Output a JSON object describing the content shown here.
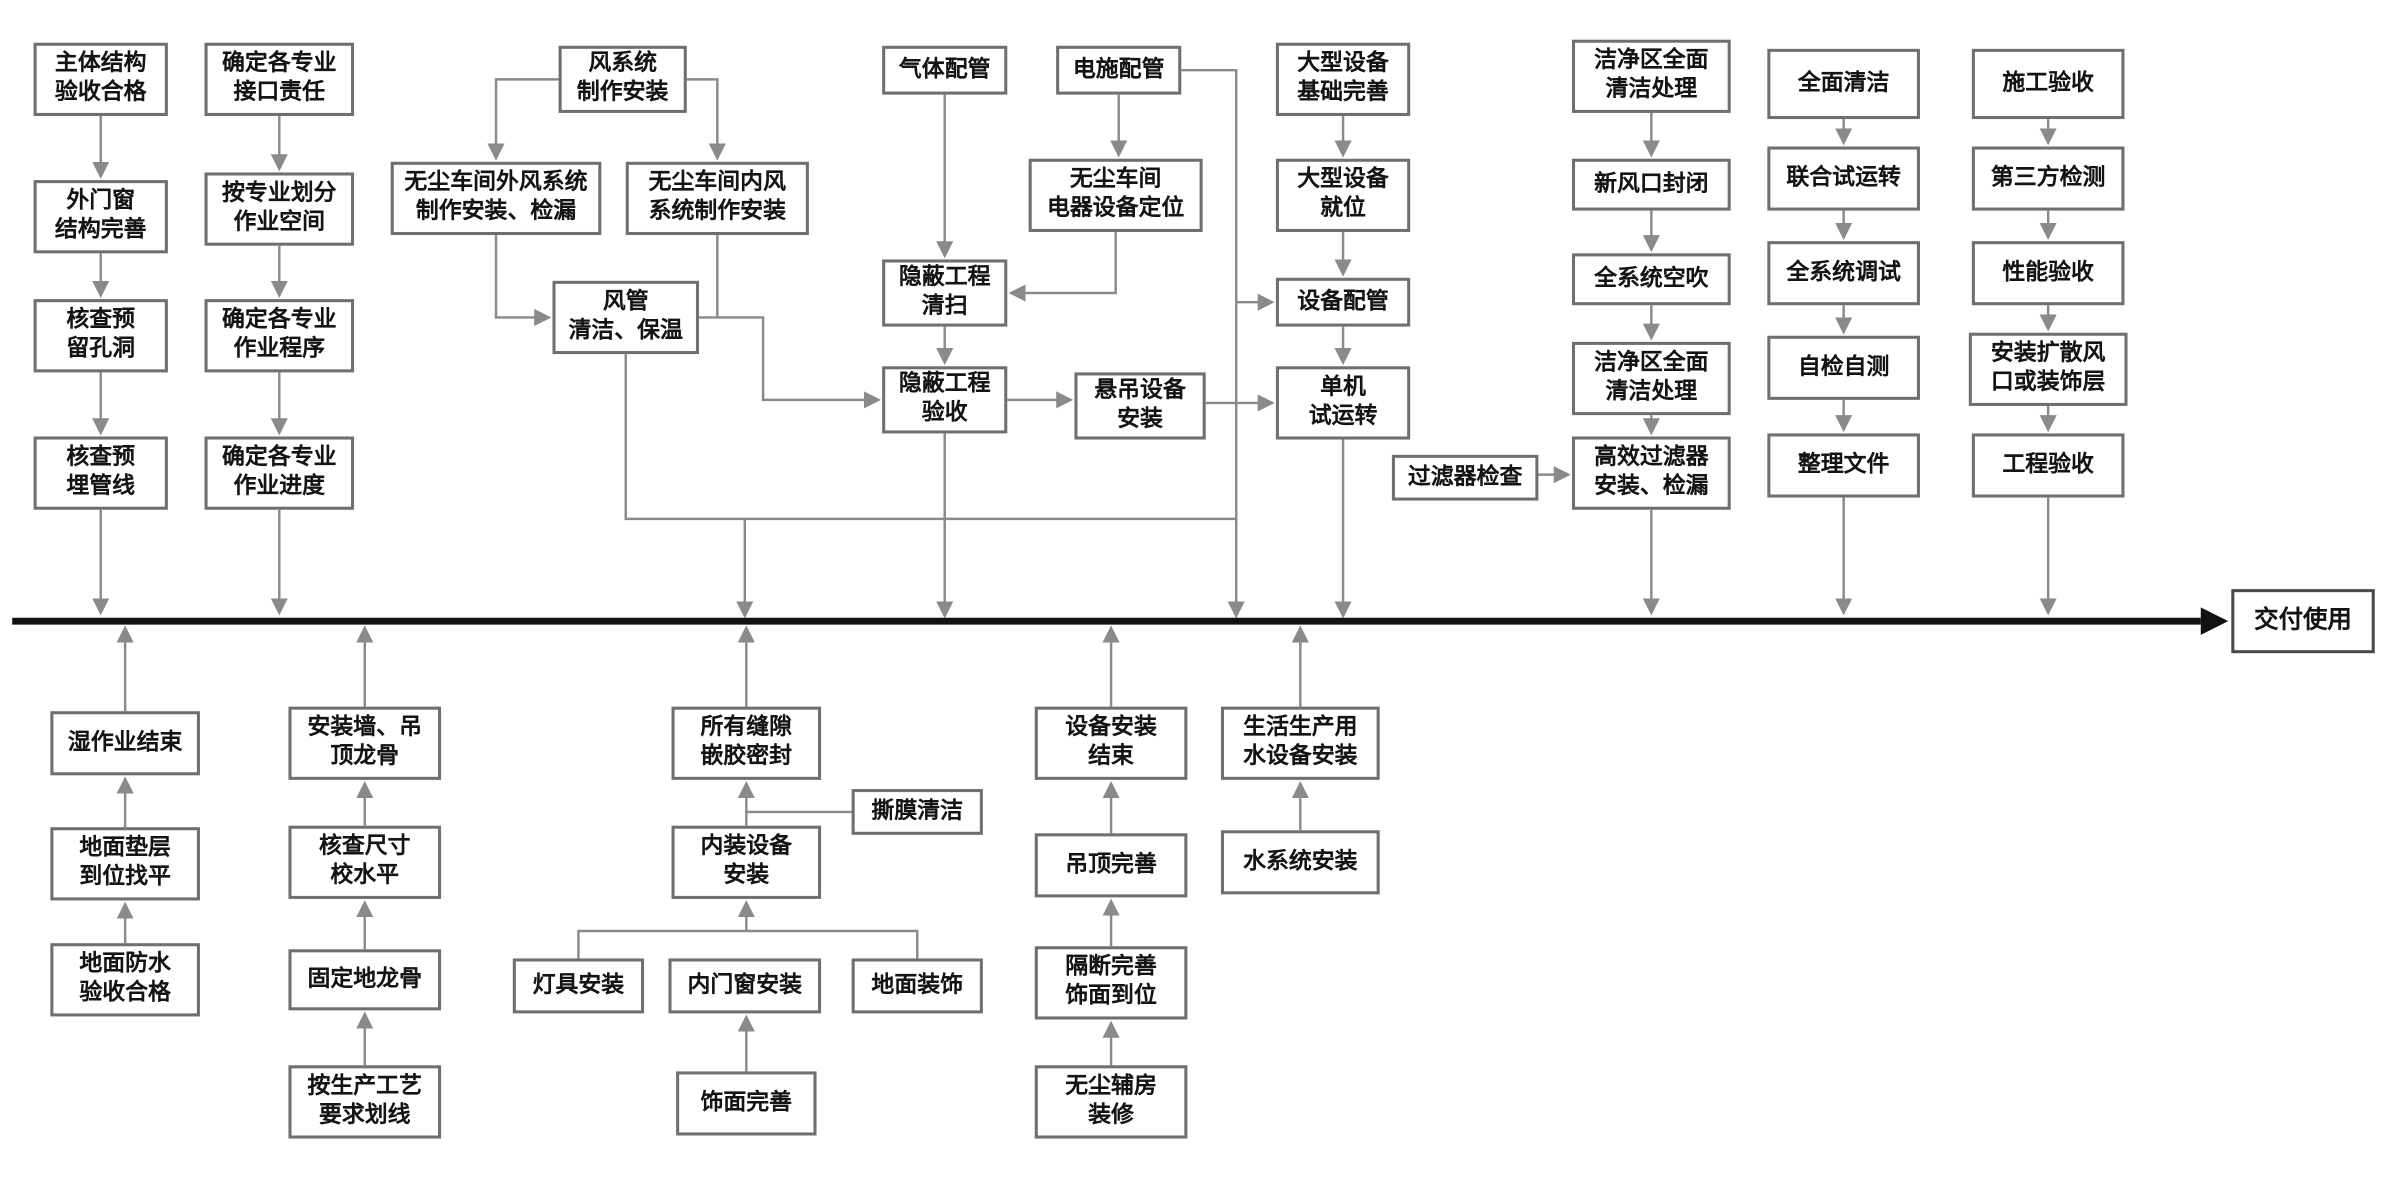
{
  "timeline": {
    "end_label": "交付使用"
  },
  "above": {
    "structure_col": [
      "主体结构\n验收合格",
      "外门窗\n结构完善",
      "核查预\n留孔洞",
      "核查预\n埋管线"
    ],
    "planning_col": [
      "确定各专业\n接口责任",
      "按专业划分\n作业空间",
      "确定各专业\n作业程序",
      "确定各专业\n作业进度"
    ],
    "air_system": {
      "root": "风系统\n制作安装",
      "outer": "无尘车间外风系统\n制作安装、检漏",
      "inner": "无尘车间内风\n系统制作安装",
      "duct": "风管\n清洁、保温"
    },
    "gas_pipe": "气体配管",
    "hidden_clean": "隐蔽工程\n清扫",
    "hidden_accept": "隐蔽工程\n验收",
    "electric_pipe": "电施配管",
    "electric_position": "无尘车间\n电器设备定位",
    "hanging_install": "悬吊设备\n安装",
    "equipment_col": [
      "大型设备\n基础完善",
      "大型设备\n就位",
      "设备配管",
      "单机\n试运转"
    ],
    "filter_check": "过滤器检查",
    "clean_col": [
      "洁净区全面\n清洁处理",
      "新风口封闭",
      "全系统空吹",
      "洁净区全面\n清洁处理",
      "高效过滤器\n安装、检漏"
    ],
    "test_col": [
      "全面清洁",
      "联合试运转",
      "全系统调试",
      "自检自测",
      "整理文件"
    ],
    "accept_col": [
      "施工验收",
      "第三方检测",
      "性能验收",
      "安装扩散风\n口或装饰层",
      "工程验收"
    ]
  },
  "below": {
    "floor_col": [
      "湿作业结束",
      "地面垫层\n到位找平",
      "地面防水\n验收合格"
    ],
    "wall_col": [
      "安装墙、吊\n顶龙骨",
      "核查尺寸\n校水平",
      "固定地龙骨",
      "按生产工艺\n要求划线"
    ],
    "interior": {
      "seal": "所有缝隙\n嵌胶密封",
      "peel_clean": "撕膜清洁",
      "install": "内装设备\n安装",
      "lights": "灯具安装",
      "doors": "内门窗安装",
      "floor_deco": "地面装饰",
      "finish": "饰面完善"
    },
    "equip_col": [
      "设备安装\n结束",
      "吊顶完善",
      "隔断完善\n饰面到位",
      "无尘辅房\n装修"
    ],
    "water_col": [
      "生活生产用\n水设备安装",
      "水系统安装"
    ]
  }
}
